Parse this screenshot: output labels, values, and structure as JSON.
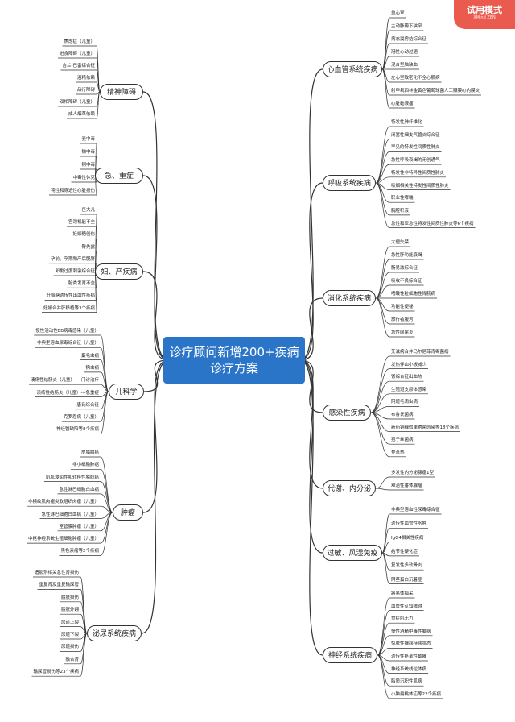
{
  "badge": {
    "title": "试用模式",
    "sub": "XMind ZEN"
  },
  "center": {
    "line1": "诊疗顾问新增200+疾病",
    "line2": "诊疗方案"
  },
  "colors": {
    "center_bg": "#2b75c9",
    "badge_bg": "#ea5a4e",
    "line": "#333333"
  },
  "branches_right": [
    {
      "label": "心血管系统疾病",
      "items": [
        "单心室",
        "主动脉瓣下狭窄",
        "病态窦房结综合征",
        "冠性心动过速",
        "混合型脑缺血",
        "左心室致密化不全心肌病",
        "射甲氧西林金黄色葡萄球菌人工瓣膜心内膜炎",
        "心脏黏液瘤"
      ]
    },
    {
      "label": "呼吸系统疾病",
      "items": [
        "特发性肺纤维化",
        "闭塞性细支气管炎综合征",
        "罕见的特发性间质性肺炎",
        "急性呼吸衰竭的无创通气",
        "特发性非特异性间质性肺炎",
        "吸烟相关性特发性间质性肺炎",
        "职业性哮喘",
        "胸腔积液",
        "急性和亚急性特发性间质性肺炎等6个疾病"
      ]
    },
    {
      "label": "消化系统疾病",
      "items": [
        "大便失禁",
        "急性肝功能衰竭",
        "肠易激综合征",
        "吸收不良综合征",
        "嗜酸性粒细胞性胃肠病",
        "功能性便秘",
        "旅行者腹泻",
        "急性阑尾炎"
      ]
    },
    {
      "label": "感染性疾病",
      "items": [
        "艾滋病合并马尔尼菲青霉菌病",
        "发热伴血小板减少",
        "肾综合征出血热",
        "生殖道支原体感染",
        "阴道毛滴虫病",
        "布鲁氏菌病",
        "新药铜绿假单胞菌感染等18个疾病",
        "孢子丝菌病",
        "登革热"
      ]
    },
    {
      "label": "代谢、内分泌",
      "items": [
        "多发性内分泌腺瘤1型",
        "难治性番体腺瘤"
      ]
    },
    {
      "label": "过敏、风湿免疫",
      "items": [
        "非典型溶血性尿毒综合征",
        "遗传性血管性水肿",
        "IgG4相关性疾病",
        "结节性硬化症",
        "复发性多软骨炎",
        "阴茎蛋白沉着症"
      ]
    },
    {
      "label": "神经系统疾病",
      "items": [
        "路易体痴呆",
        "血管性认知障碍",
        "重症肌无力",
        "慢性酒精中毒性脑病",
        "惊厥性癫痫持续状态",
        "遗传性痉挛性截瘫",
        "神经系统线粒体病",
        "脂质沉积性肌病",
        "小脑扁桃体疝等22个疾病"
      ]
    }
  ],
  "branches_left": [
    {
      "label": "精神障碍",
      "items": [
        "焦虑症（儿童）",
        "进食障碍（儿童）",
        "吉兰-巴雷综合征",
        "酒精依赖",
        "品行障碍",
        "双相障碍（儿童）",
        "成人烟草依赖"
      ]
    },
    {
      "label": "急、重症",
      "items": [
        "麦中毒",
        "锑中毒",
        "铜中毒",
        "中毒性休克",
        "钝性和穿透性心脏损伤"
      ]
    },
    {
      "label": "妇、产疾病",
      "items": [
        "巨大儿",
        "宫颈机能不全",
        "妊娠糖创伤",
        "臀先露",
        "孕前、孕期和产后肥胖",
        "卵巢过度刺激综合征",
        "胎粪发育不全",
        "妊娠糖遗传性出血性疾病",
        "妊娠合并肝移植等3个疾病"
      ]
    },
    {
      "label": "儿科学",
      "items": [
        "慢性活动性EB病毒感染（儿童）",
        "非典型溶血尿毒综合征（儿童）",
        "蛋毛虫病",
        "钩虫病",
        "溃疡性结肠炎（儿童）----门诊治疗",
        "溃疡性结肠炎（儿童）---急重症",
        "唐氏综合征",
        "克罗恩病（儿童）",
        "神经管缺陷等8个疾病"
      ]
    },
    {
      "label": "肿瘤",
      "items": [
        "皮脂腺癌",
        "非小细胞肺癌",
        "肌肌浸润性和转移性膀胱癌",
        "急性淋巴细胞白血病",
        "非横纹肌肉瘤类软组织肉瘤（儿童）",
        "急性淋巴细胞白血病（儿童）",
        "室管膜肿瘤（儿童）",
        "中枢神经系统生殖细胞肿瘤（儿童）",
        "黑色素瘤等2个疾病"
      ]
    },
    {
      "label": "泌尿系统疾病",
      "items": [
        "造影剂相关急性肾损伤",
        "重复肾及重复输尿管",
        "膀胱损伤",
        "膀胱外翻",
        "尿道上裂",
        "尿道下裂",
        "尿道损伤",
        "融合肾",
        "输尿管损伤等23个疾病"
      ]
    }
  ]
}
